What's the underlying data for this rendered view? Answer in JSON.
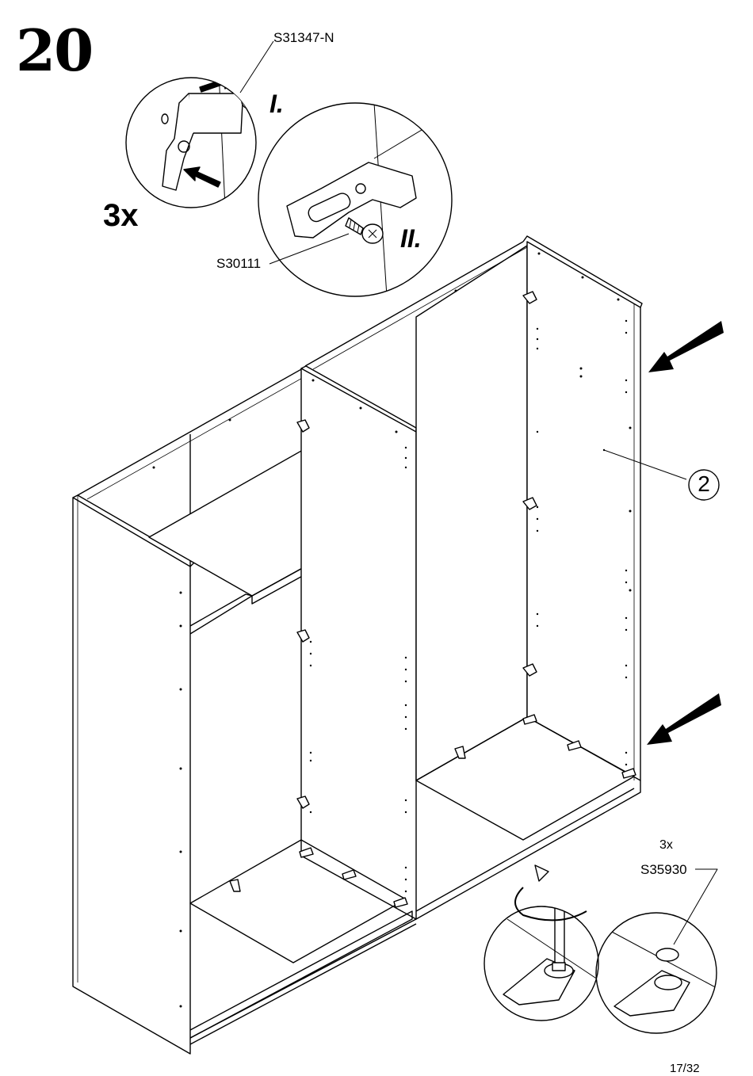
{
  "step": {
    "number": "20",
    "count": "3x"
  },
  "callouts": {
    "connector_part": "S31347-N",
    "screw_part": "S30111",
    "roman_one": "I.",
    "roman_two": "II."
  },
  "leveler": {
    "count": "3x",
    "part": "S35930"
  },
  "part_label": "2",
  "page": "17/32"
}
